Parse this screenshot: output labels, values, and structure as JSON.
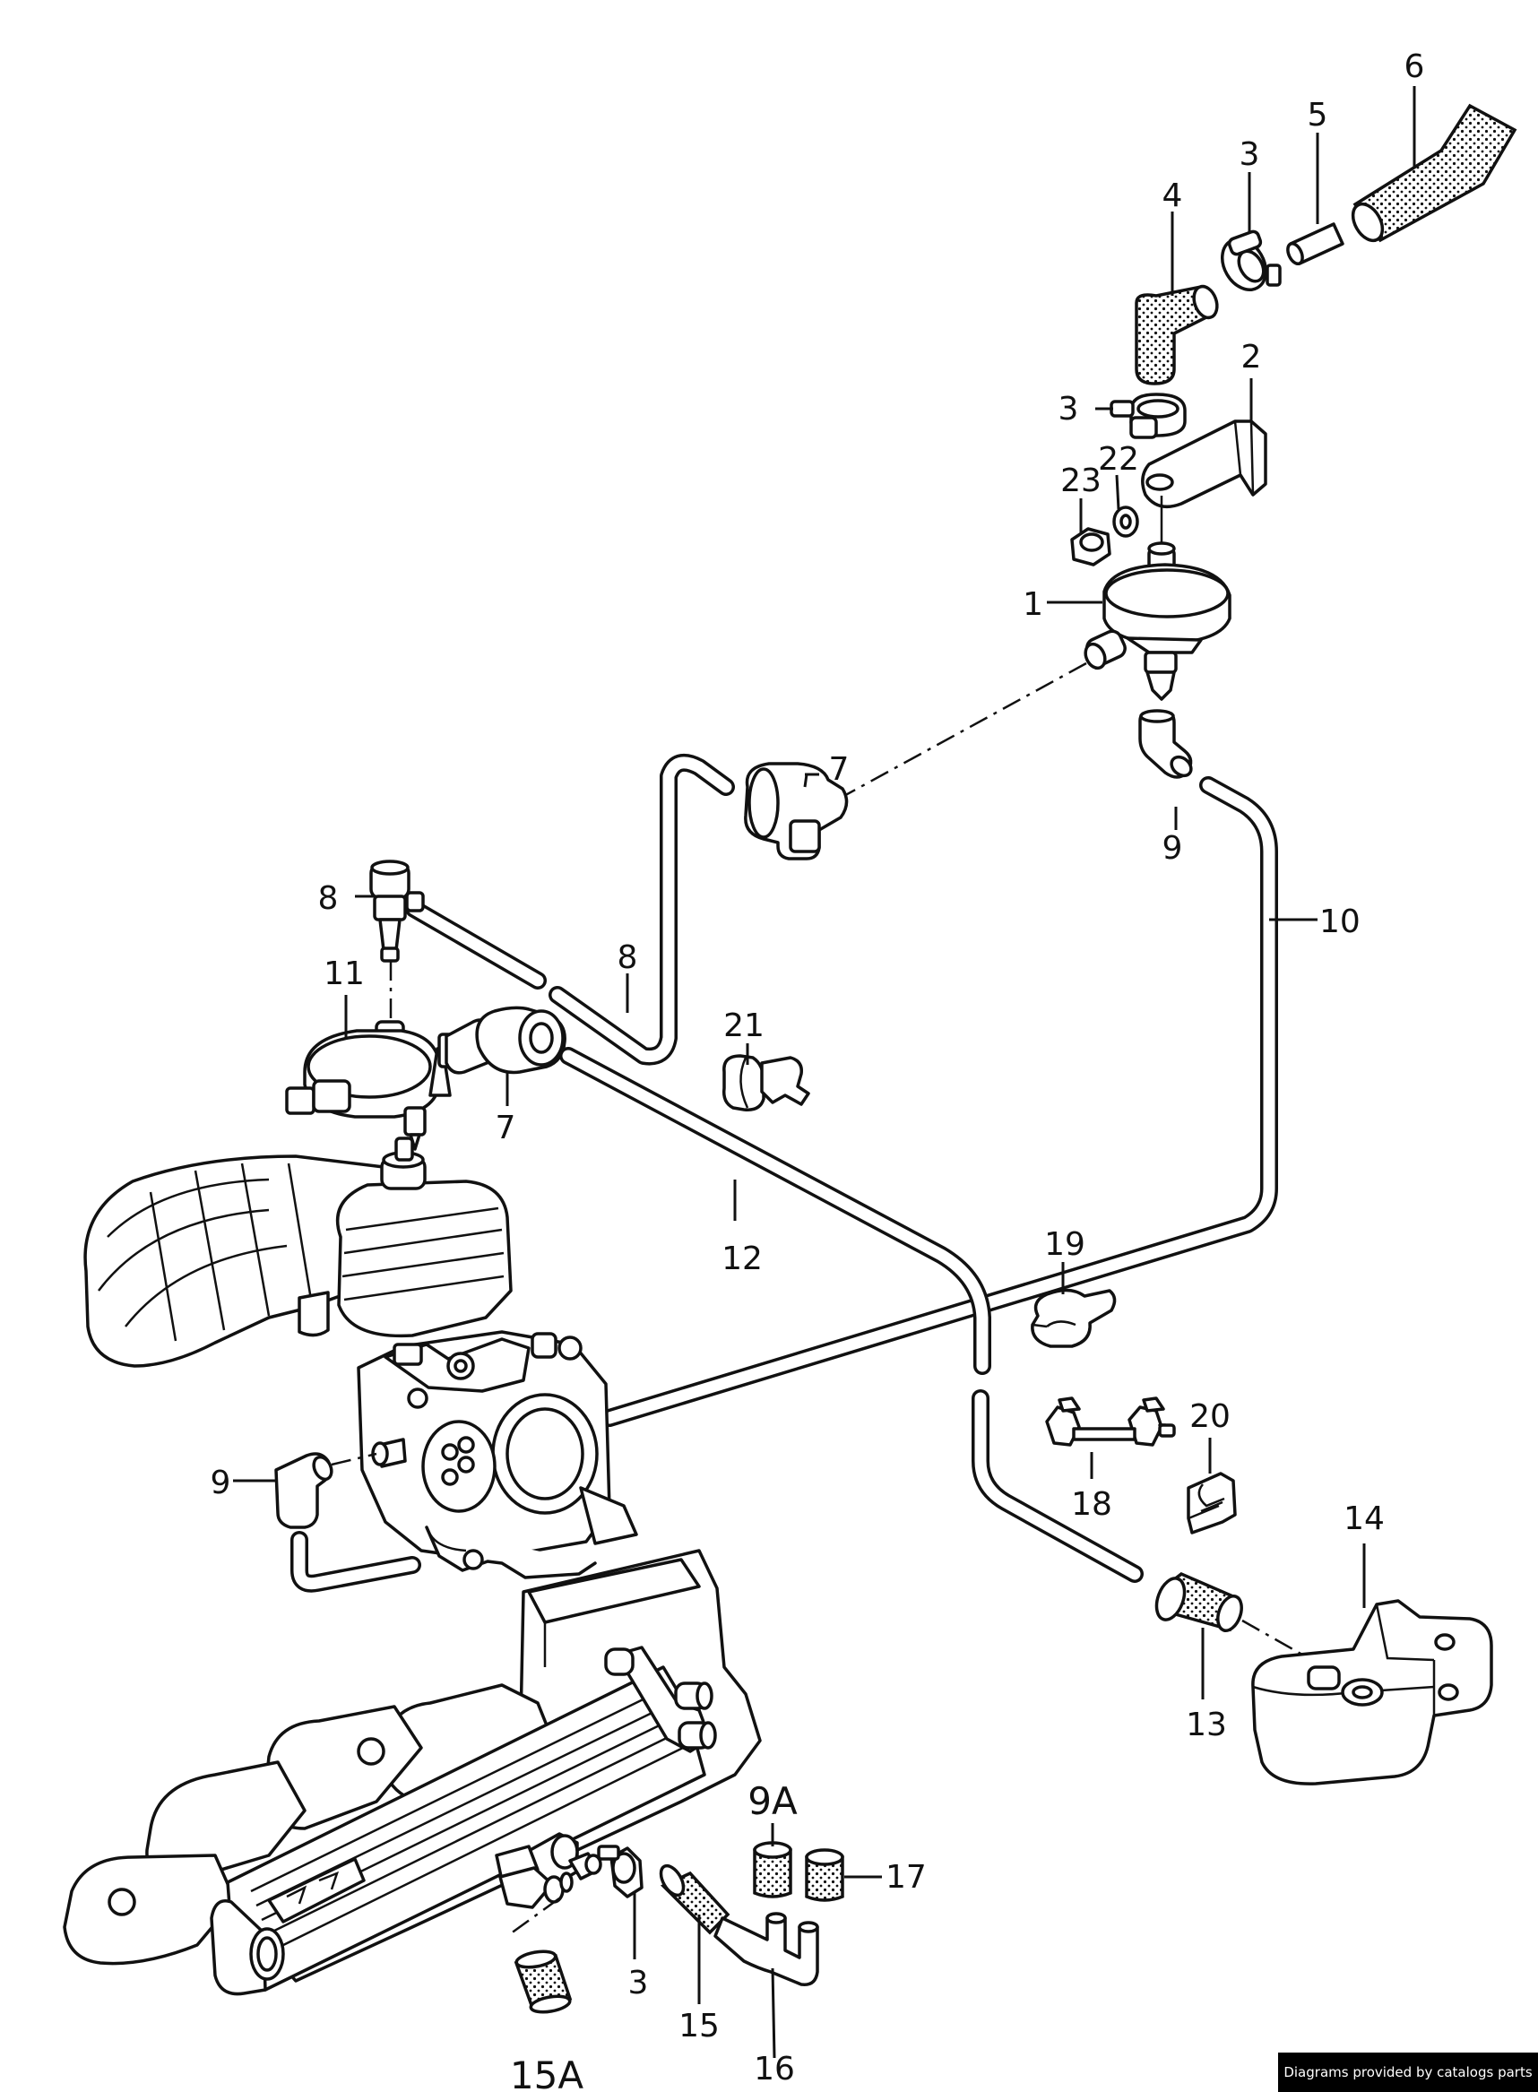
{
  "callouts": {
    "c1": "1",
    "c2": "2",
    "c3a": "3",
    "c3b": "3",
    "c3c": "3",
    "c4": "4",
    "c5": "5",
    "c6": "6",
    "c7a": "7",
    "c7b": "7",
    "c8a": "8",
    "c8b": "8",
    "c9a": "9",
    "c9b": "9",
    "c9A": "9A",
    "c10": "10",
    "c11": "11",
    "c12": "12",
    "c13": "13",
    "c14": "14",
    "c15": "15",
    "c15A": "15A",
    "c16": "16",
    "c17": "17",
    "c18": "18",
    "c19": "19",
    "c20": "20",
    "c21": "21",
    "c22": "22",
    "c23": "23"
  },
  "footer": {
    "credit": "Diagrams provided by catalogs parts"
  }
}
